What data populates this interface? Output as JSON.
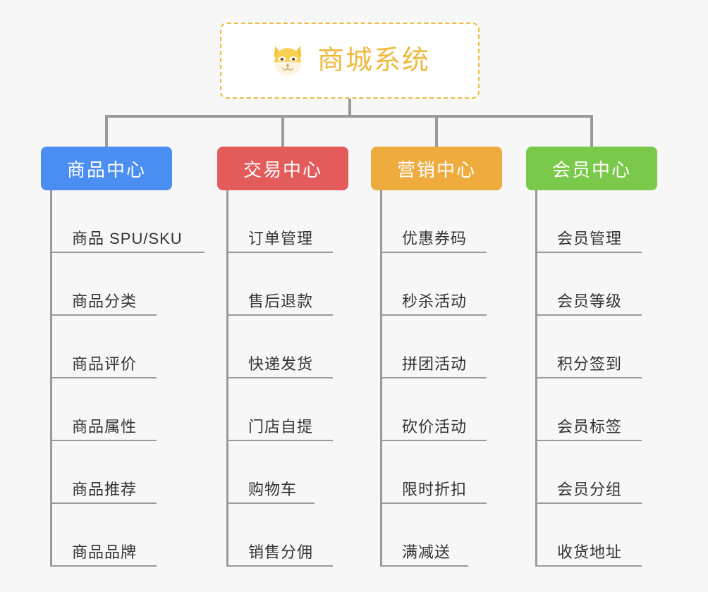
{
  "root": {
    "title": "商城系统",
    "icon": "shiba-dog-icon",
    "border_color": "#efb93c",
    "text_color": "#f0b93e"
  },
  "canvas": {
    "background": "#f7f7f7",
    "connector_color": "#9a9a9a"
  },
  "columns": [
    {
      "title": "商品中心",
      "color": "#4a8ef1",
      "items": [
        "商品 SPU/SKU",
        "商品分类",
        "商品评价",
        "商品属性",
        "商品推荐",
        "商品品牌"
      ]
    },
    {
      "title": "交易中心",
      "color": "#e35b5b",
      "items": [
        "订单管理",
        "售后退款",
        "快递发货",
        "门店自提",
        "购物车",
        "销售分佣"
      ]
    },
    {
      "title": "营销中心",
      "color": "#eeab3e",
      "items": [
        "优惠券码",
        "秒杀活动",
        "拼团活动",
        "砍价活动",
        "限时折扣",
        "满减送"
      ]
    },
    {
      "title": "会员中心",
      "color": "#7bc94a",
      "items": [
        "会员管理",
        "会员等级",
        "积分签到",
        "会员标签",
        "会员分组",
        "收货地址"
      ]
    }
  ]
}
